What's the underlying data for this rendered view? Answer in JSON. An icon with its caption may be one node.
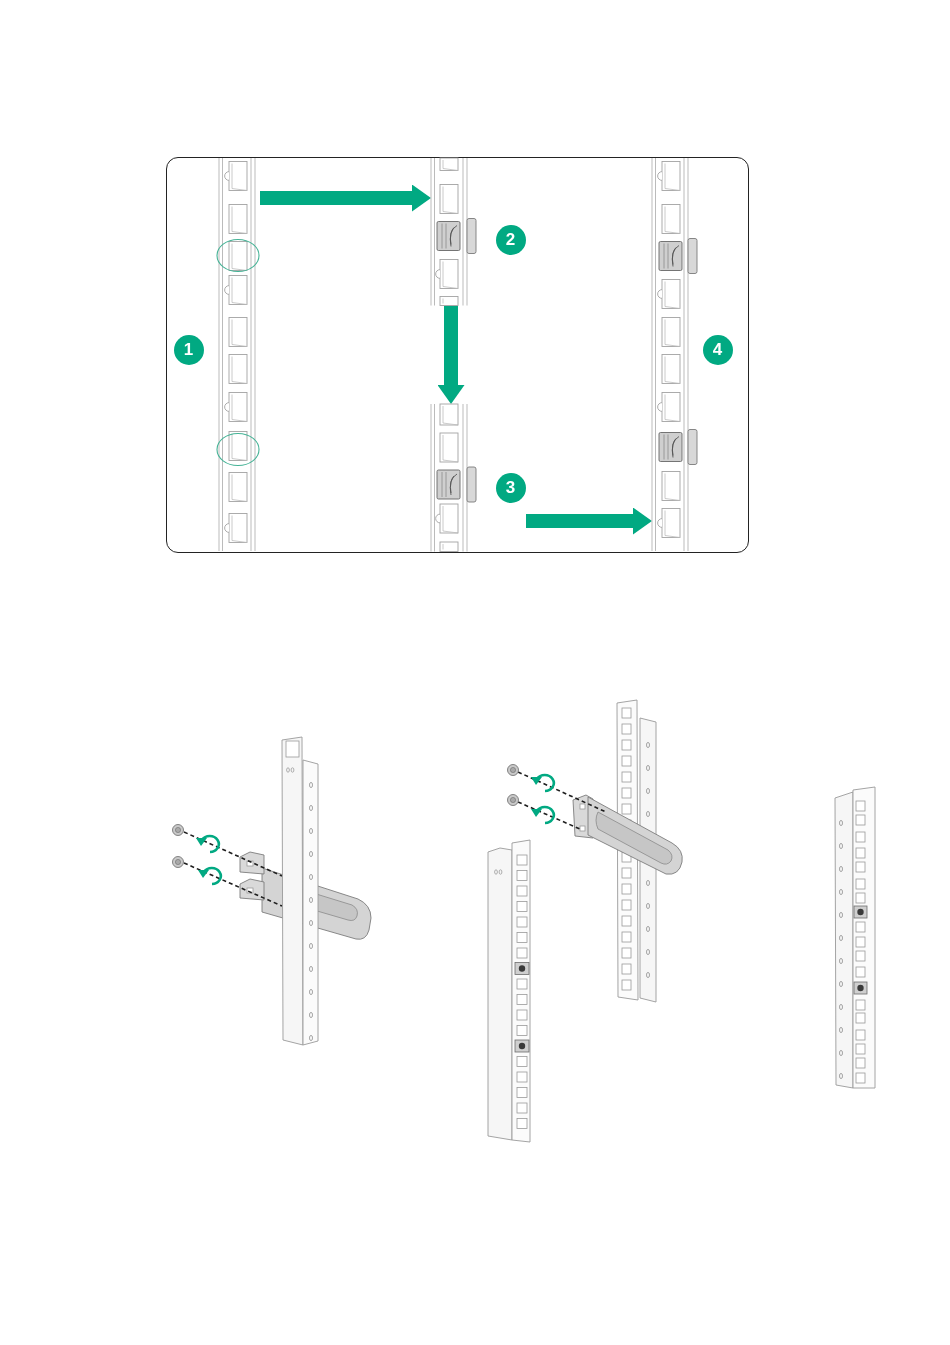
{
  "diagram": {
    "nodes": [
      {
        "text": [],
        "shape": "box"
      },
      {
        "text": [
          "1"
        ],
        "in": 0
      },
      {
        "text": [
          "2"
        ],
        "in": 0
      },
      {
        "text": [
          "3"
        ],
        "in": 0
      },
      {
        "text": [
          "4"
        ],
        "in": 0
      }
    ],
    "edges": [
      {
        "from": 1,
        "to": 2,
        "arrow": "to"
      },
      {
        "from": 2,
        "to": 3,
        "arrow": "to"
      },
      {
        "from": 3,
        "to": 4,
        "arrow": "to"
      }
    ]
  }
}
